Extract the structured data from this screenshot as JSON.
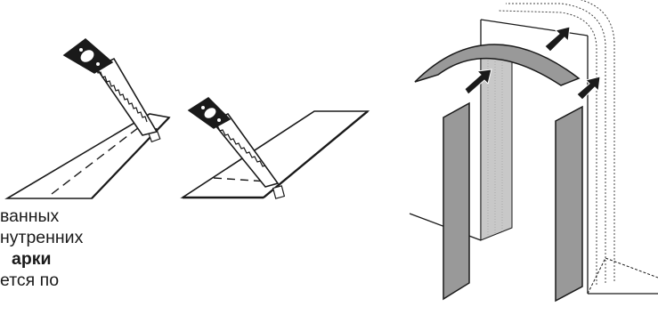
{
  "caption": {
    "line1": "ванных",
    "line2": "нутренних",
    "line3_bold": "арки",
    "line4": "ется по"
  }
}
